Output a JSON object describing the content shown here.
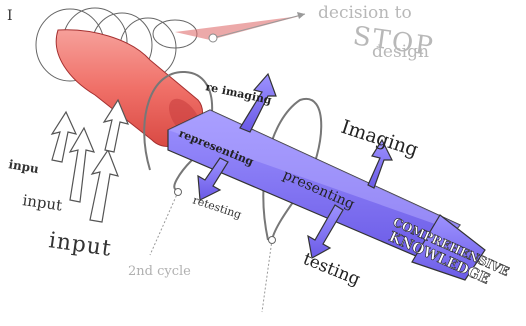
{
  "diagram": {
    "top_left_mark": "I",
    "decision_lines": [
      "decision to",
      "STOP",
      "design"
    ],
    "inputs": [
      "inpu",
      "input",
      "input"
    ],
    "arrow_labels": {
      "re_imaging": "re imaging",
      "representing": "representing",
      "imaging": "Imaging",
      "presenting": "presenting",
      "retesting": "retesting",
      "testing": "testing",
      "second_cycle": "2nd cycle"
    },
    "knowledge_lines": [
      "COMPREHENSIVE",
      "KNOWLEDGE"
    ],
    "colors": {
      "main_arrow": "#7b6cf2",
      "main_arrow_dark": "#5a4cd8",
      "tube": "#f07068",
      "tube_dark": "#d94a44",
      "outline": "#333333",
      "faint_text": "#b8b8b8",
      "light_grey": "#aaaaaa"
    }
  }
}
